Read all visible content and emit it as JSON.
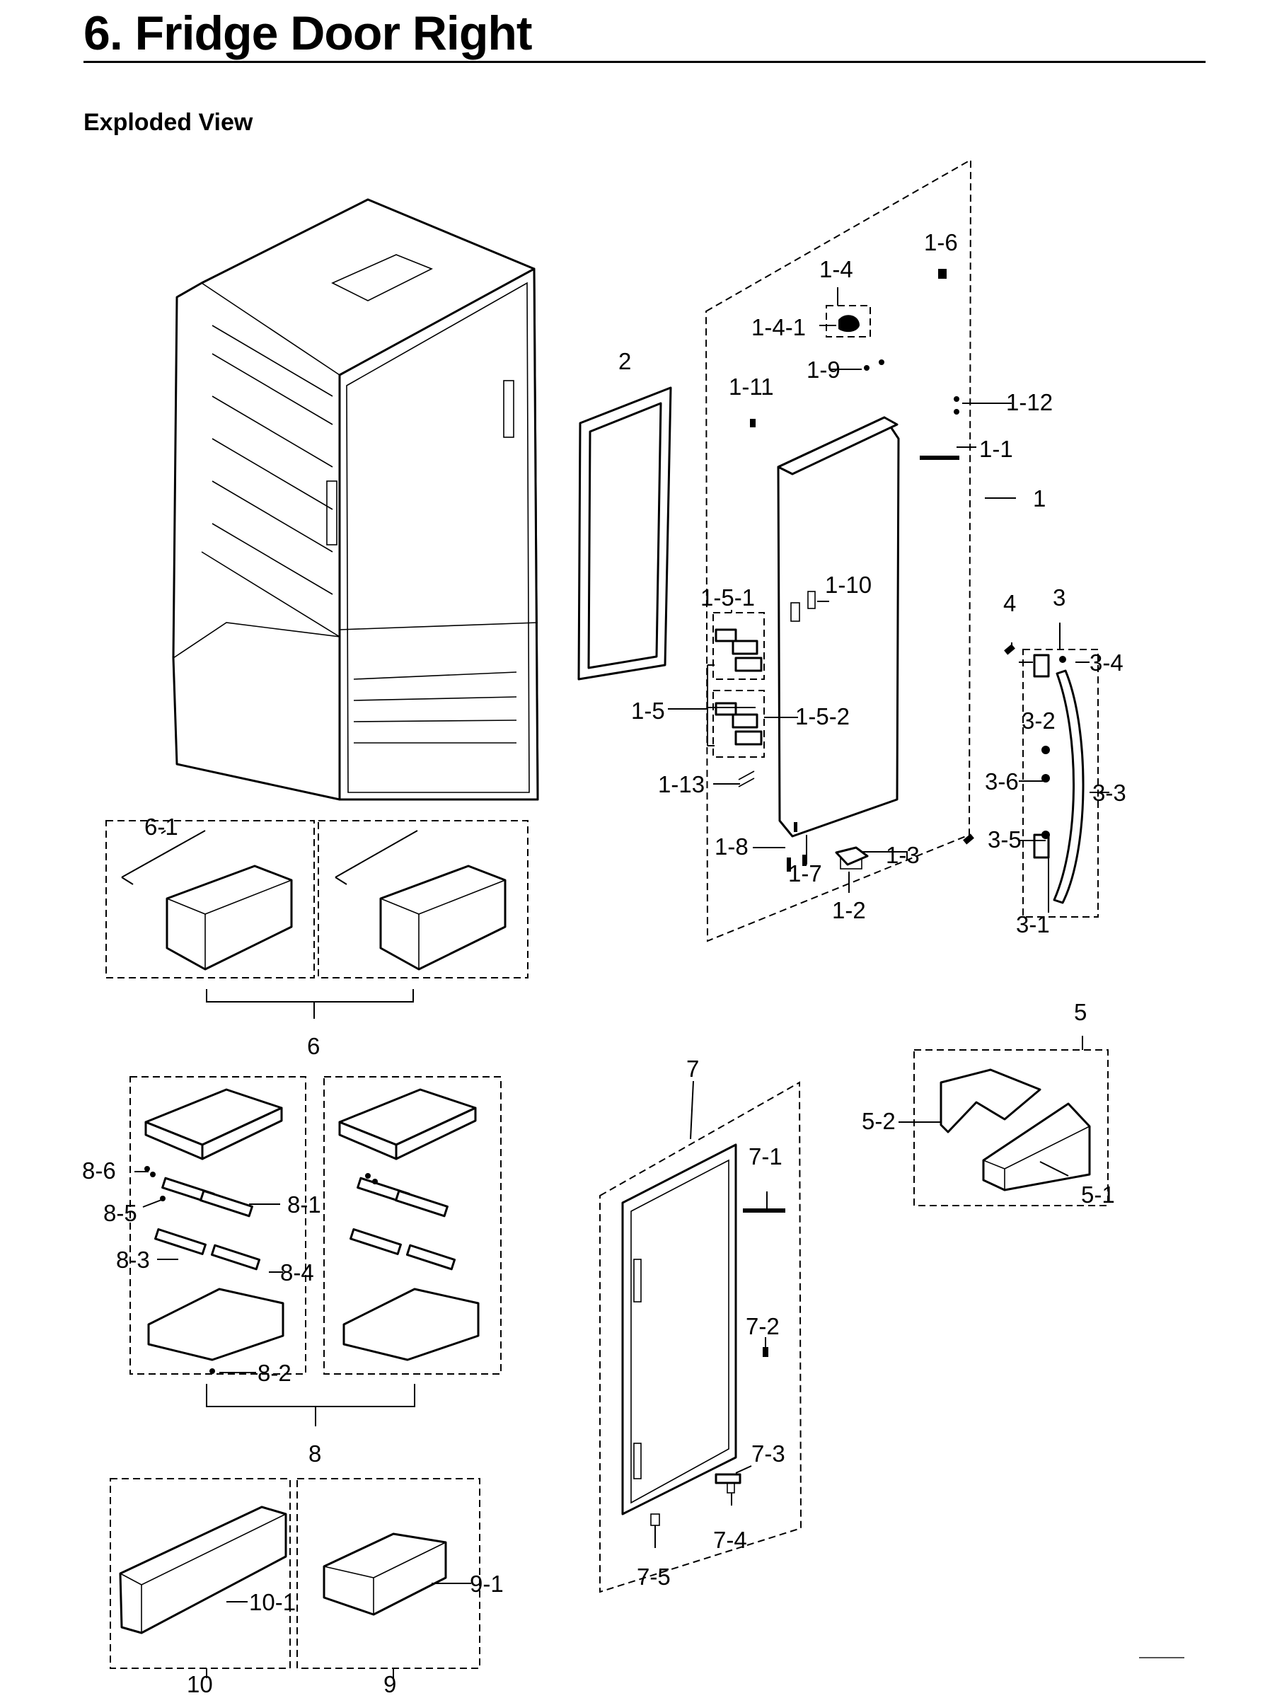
{
  "page": {
    "title": "6.  Fridge Door Right",
    "subtitle": "Exploded View"
  },
  "diagram": {
    "labels": {
      "p1": "1",
      "p1_1": "1-1",
      "p1_2": "1-2",
      "p1_3": "1-3",
      "p1_4": "1-4",
      "p1_4_1": "1-4-1",
      "p1_5": "1-5",
      "p1_5_1": "1-5-1",
      "p1_5_2": "1-5-2",
      "p1_6": "1-6",
      "p1_7": "1-7",
      "p1_8": "1-8",
      "p1_9": "1-9",
      "p1_10": "1-10",
      "p1_11": "1-11",
      "p1_12": "1-12",
      "p1_13": "1-13",
      "p2": "2",
      "p3": "3",
      "p3_1": "3-1",
      "p3_2": "3-2",
      "p3_3": "3-3",
      "p3_4": "3-4",
      "p3_5": "3-5",
      "p3_6": "3-6",
      "p4": "4",
      "p5": "5",
      "p5_1": "5-1",
      "p5_2": "5-2",
      "p6": "6",
      "p6_1": "6-1",
      "p7": "7",
      "p7_1": "7-1",
      "p7_2": "7-2",
      "p7_3": "7-3",
      "p7_4": "7-4",
      "p7_5": "7-5",
      "p8": "8",
      "p8_1": "8-1",
      "p8_2": "8-2",
      "p8_3": "8-3",
      "p8_4": "8-4",
      "p8_5": "8-5",
      "p8_6": "8-6",
      "p9": "9",
      "p9_1": "9-1",
      "p10": "10",
      "p10_1": "10-1"
    }
  }
}
